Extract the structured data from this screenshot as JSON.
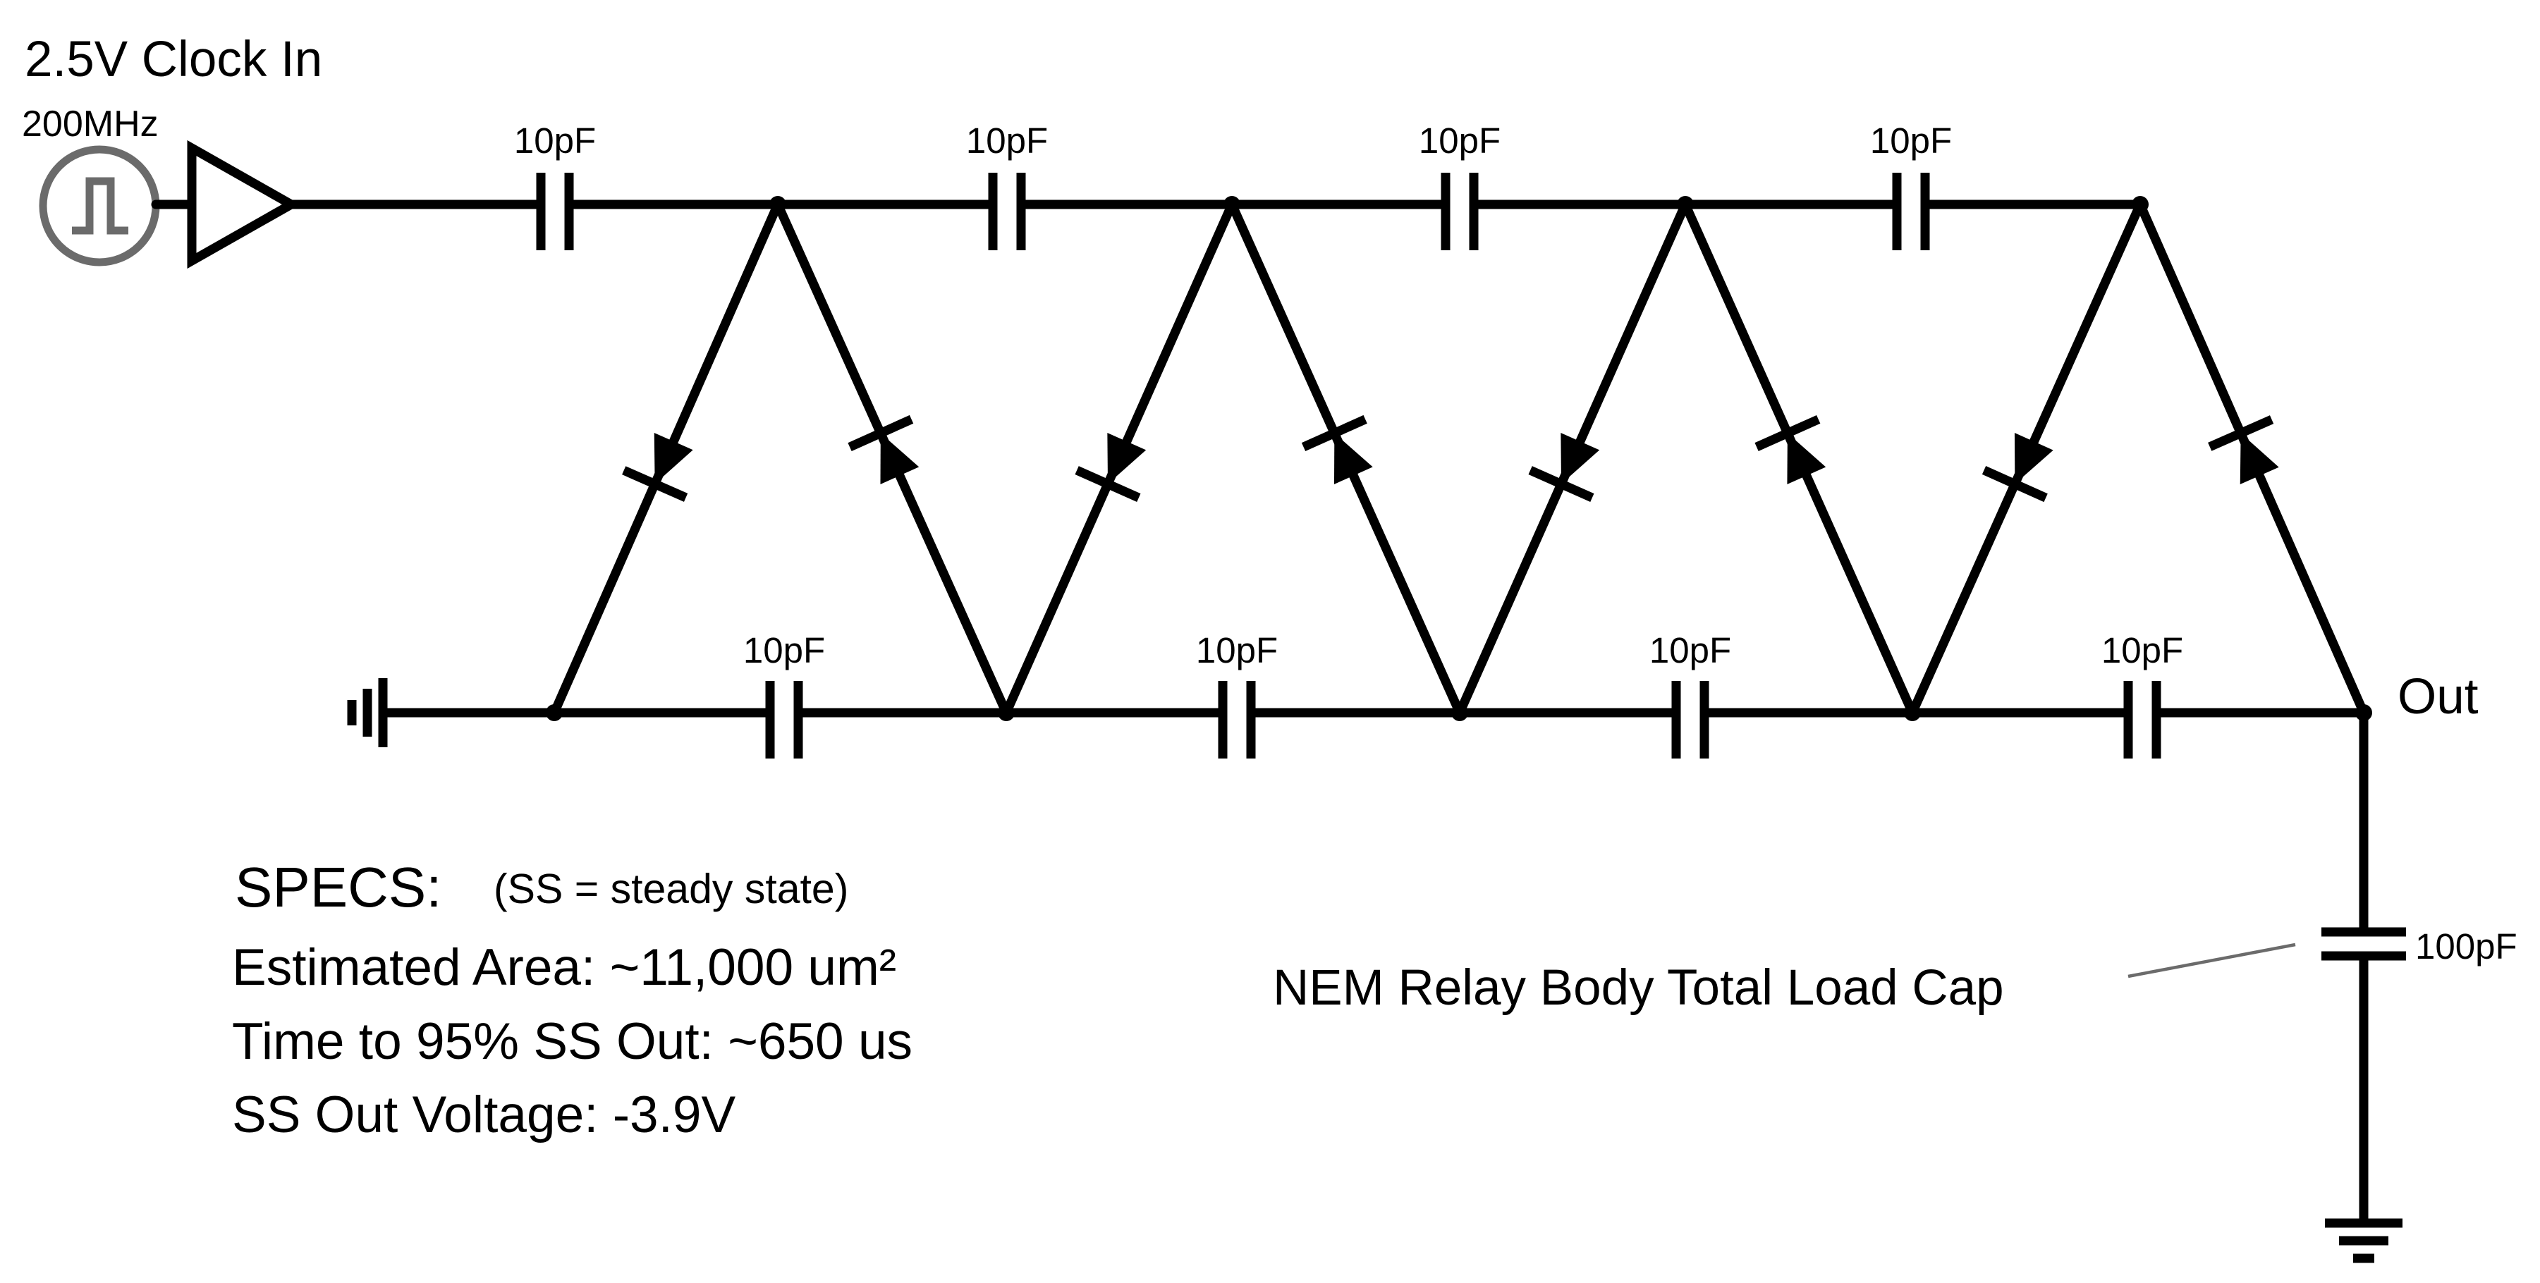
{
  "clock": {
    "title": "2.5V Clock In",
    "frequency": "200MHz"
  },
  "top_caps": [
    "10pF",
    "10pF",
    "10pF",
    "10pF"
  ],
  "bottom_caps": [
    "10pF",
    "10pF",
    "10pF",
    "10pF"
  ],
  "output": {
    "label": "Out",
    "load_cap_value": "100pF",
    "load_cap_caption": "NEM Relay Body Total Load Cap"
  },
  "specs": {
    "heading": "SPECS:",
    "note": "(SS = steady state)",
    "lines": [
      "Estimated Area: ~11,000 um²",
      "Time to 95% SS Out: ~650 us",
      "SS Out Voltage: -3.9V"
    ]
  },
  "colors": {
    "wire": "#000000",
    "clock_source": "#6b6b6b",
    "leader": "#6b6b6b"
  },
  "icons": [
    "square-wave-source-icon",
    "buffer-icon",
    "ground-icon",
    "diode-icon",
    "capacitor-icon"
  ]
}
